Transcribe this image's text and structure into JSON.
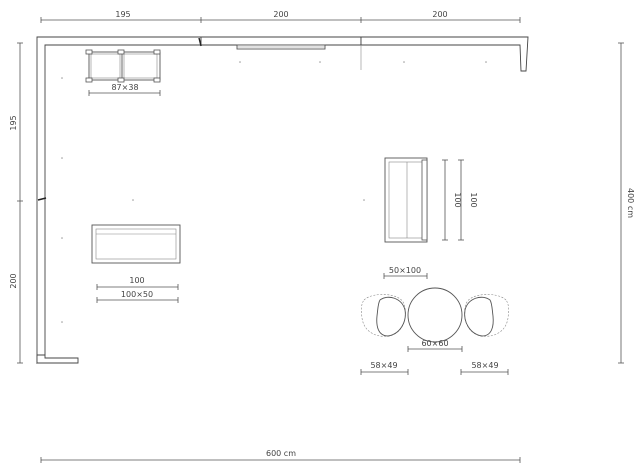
{
  "dimensions": {
    "top_segment_1": "195",
    "top_segment_2": "200",
    "top_segment_3": "200",
    "left_segment_1": "195",
    "left_segment_2": "200",
    "total_height": "400 cm",
    "total_width": "600 cm"
  },
  "furniture": {
    "shelf_size": "87×38",
    "sofa_width": "100",
    "sofa_size": "100×50",
    "cabinet_size": "50×100",
    "cabinet_depth_1": "100",
    "cabinet_depth_2": "100",
    "table_size": "60×60",
    "chair_left_size": "58×49",
    "chair_right_size": "58×49"
  },
  "colors": {
    "line": "#444444",
    "dimension": "#555555",
    "background": "#ffffff"
  }
}
